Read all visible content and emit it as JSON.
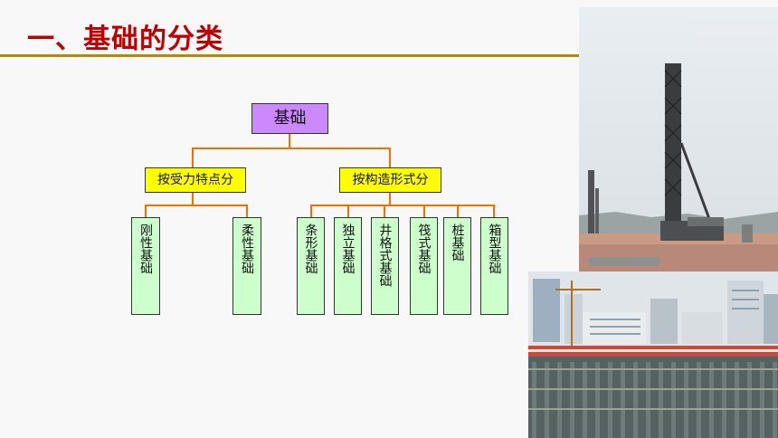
{
  "slide": {
    "title": "一、基础的分类"
  },
  "tree": {
    "root": "基础",
    "groups": [
      {
        "label": "按受力特点分",
        "leaves": [
          "刚性基础",
          "柔性基础"
        ]
      },
      {
        "label": "按构造形式分",
        "leaves": [
          "条形基础",
          "独立基础",
          "井格式基础",
          "筏式基础",
          "桩基础",
          "箱型基础"
        ]
      }
    ]
  },
  "photos": {
    "top_right": "pile-driving-rig-photo",
    "bottom_right": "foundation-pit-photo"
  },
  "colors": {
    "title": "#c00000",
    "rule": "#b58c00",
    "root_fill": "#cc88ff",
    "group_fill": "#ffff00",
    "leaf_fill": "#ccffcc",
    "connector": "#f07000"
  }
}
